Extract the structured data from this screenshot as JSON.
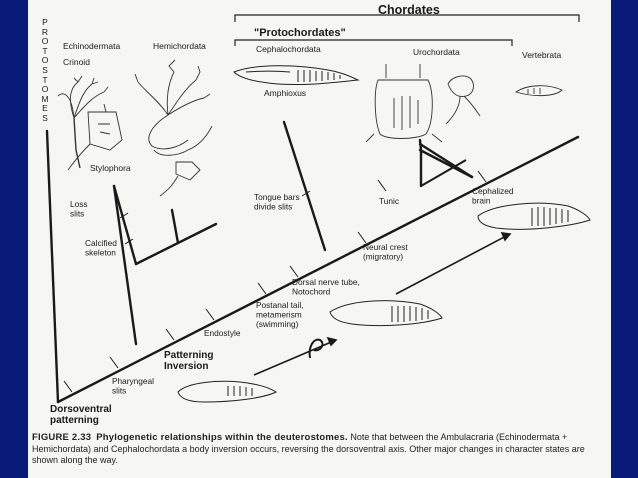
{
  "header": {
    "chordates": "Chordates",
    "protochordates": "\"Protochordates\""
  },
  "side_label": "PROTOSTOMES",
  "taxa": {
    "echinodermata": "Echinodermata",
    "crinoid": "Crinoid",
    "hemichordata": "Hemichordata",
    "cephalochordata": "Cephalochordata",
    "urochordata": "Urochordata",
    "vertebrata": "Vertebrata",
    "amphioxus": "Amphioxus",
    "stylophora": "Stylophora"
  },
  "characters": {
    "loss_slits": [
      "Loss",
      "slits"
    ],
    "calcified_skeleton": [
      "Calcified",
      "skeleton"
    ],
    "tongue_bars": [
      "Tongue bars",
      "divide slits"
    ],
    "tunic": "Tunic",
    "cephalized_brain": [
      "Cephalized",
      "brain"
    ],
    "neural_crest": [
      "Neural crest",
      "(migratory)"
    ],
    "dorsal_nerve": [
      "Dorsal nerve tube,",
      "Notochord"
    ],
    "postanal_tail": [
      "Postanal tail,",
      "metamerism",
      "(swimming)"
    ],
    "endostyle": "Endostyle",
    "patterning_inversion": [
      "Patterning",
      "Inversion"
    ],
    "pharyngeal_slits": [
      "Pharyngeal",
      "slits"
    ],
    "dorsoventral_patterning": [
      "Dorsoventral",
      "patterning"
    ]
  },
  "caption": {
    "figure_label": "FIGURE 2.33",
    "title": "Phylogenetic relationships within the deuterostomes.",
    "body": "Note that between the Ambulacraria (Echinodermata + Hemichordata) and Cephalochordata a body inversion occurs, reversing the dorsoventral axis. Other major changes in character states are shown along the way."
  },
  "colors": {
    "slide_background": "#0a1a78",
    "page": "#f6f6f2",
    "ink": "#1a1a1a"
  }
}
